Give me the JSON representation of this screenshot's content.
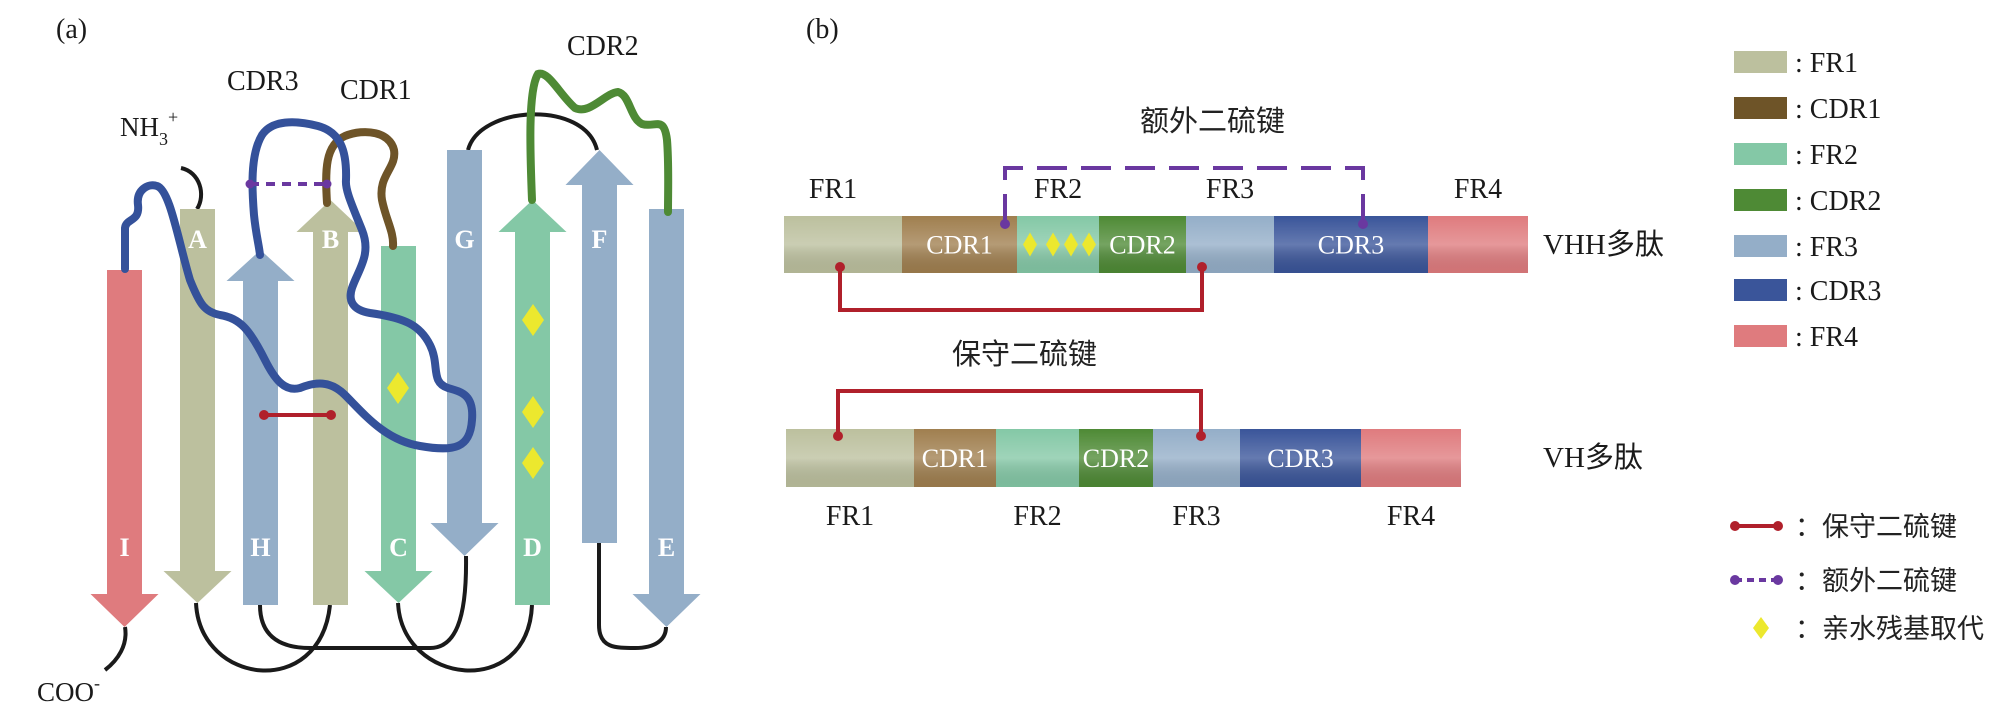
{
  "panel_a": {
    "label": "(a)",
    "n_terminus": "NH",
    "n_terminus_sub": "3",
    "n_terminus_sup": "+",
    "c_terminus": "COO",
    "c_terminus_sup": "-",
    "loop_labels": {
      "cdr1": {
        "text": "CDR1",
        "color": "#6e5428"
      },
      "cdr2": {
        "text": "CDR2",
        "color": "#4e8a35"
      },
      "cdr3": {
        "text": "CDR3",
        "color": "#34519a"
      }
    },
    "strands": [
      {
        "id": "I",
        "label": "I",
        "region": "FR4",
        "direction": "down"
      },
      {
        "id": "A",
        "label": "A",
        "region": "FR1",
        "direction": "down"
      },
      {
        "id": "H",
        "label": "H",
        "region": "FR3",
        "direction": "up"
      },
      {
        "id": "B",
        "label": "B",
        "region": "FR1",
        "direction": "up"
      },
      {
        "id": "C",
        "label": "C",
        "region": "FR2",
        "direction": "down"
      },
      {
        "id": "G",
        "label": "G",
        "region": "FR3",
        "direction": "down"
      },
      {
        "id": "D",
        "label": "D",
        "region": "FR2",
        "direction": "up"
      },
      {
        "id": "F",
        "label": "F",
        "region": "FR3",
        "direction": "up"
      },
      {
        "id": "E",
        "label": "E",
        "region": "FR3",
        "direction": "down"
      }
    ],
    "hydrophilic_substitutions": {
      "C": 1,
      "D": 3
    },
    "conserved_disulfide": [
      "H",
      "B"
    ],
    "extra_disulfide": [
      "CDR3",
      "CDR1"
    ]
  },
  "panel_b": {
    "label": "(b)",
    "extra_bond_label": "额外二硫键",
    "conserved_bond_label": "保守二硫键",
    "vhh": {
      "name": "VHH多肽",
      "segments": [
        {
          "region": "FR1",
          "inner": "",
          "outer": "FR1"
        },
        {
          "region": "CDR1",
          "inner": "CDR1",
          "outer": ""
        },
        {
          "region": "FR2",
          "inner": "",
          "outer": "FR2",
          "diamonds": 4
        },
        {
          "region": "CDR2",
          "inner": "CDR2",
          "outer": ""
        },
        {
          "region": "FR3",
          "inner": "",
          "outer": "FR3"
        },
        {
          "region": "CDR3",
          "inner": "CDR3",
          "outer": ""
        },
        {
          "region": "FR4",
          "inner": "",
          "outer": "FR4"
        }
      ]
    },
    "vh": {
      "name": "VH多肽",
      "segments": [
        {
          "region": "FR1",
          "inner": "",
          "outer": "FR1"
        },
        {
          "region": "CDR1",
          "inner": "CDR1",
          "outer": ""
        },
        {
          "region": "FR2",
          "inner": "",
          "outer": "FR2"
        },
        {
          "region": "CDR2",
          "inner": "CDR2",
          "outer": ""
        },
        {
          "region": "FR3",
          "inner": "",
          "outer": "FR3"
        },
        {
          "region": "CDR3",
          "inner": "CDR3",
          "outer": ""
        },
        {
          "region": "FR4",
          "inner": "",
          "outer": "FR4"
        }
      ]
    }
  },
  "colors": {
    "FR1": "#bcc09e",
    "CDR1": "#6e5428",
    "CDR1_bar": "#a07f4f",
    "FR2": "#84c8a6",
    "CDR2": "#4e8a35",
    "FR3": "#94aec8",
    "CDR3": "#3a559a",
    "FR4": "#df7b7e",
    "conserved_bond": "#b0202b",
    "extra_bond": "#6a38a0",
    "diamond": "#ece82e",
    "loop": "#1a1a1a"
  },
  "legend": {
    "items": [
      {
        "type": "swatch",
        "key": "FR1",
        "label": ": FR1"
      },
      {
        "type": "swatch",
        "key": "CDR1",
        "label": ": CDR1"
      },
      {
        "type": "swatch",
        "key": "FR2",
        "label": ": FR2"
      },
      {
        "type": "swatch",
        "key": "CDR2",
        "label": ": CDR2"
      },
      {
        "type": "swatch",
        "key": "FR3",
        "label": ": FR3"
      },
      {
        "type": "swatch",
        "key": "CDR3",
        "label": ": CDR3"
      },
      {
        "type": "swatch",
        "key": "FR4",
        "label": ": FR4"
      },
      {
        "type": "conserved",
        "label": "：保守二硫键"
      },
      {
        "type": "extra",
        "label": "：额外二硫键"
      },
      {
        "type": "diamond",
        "label": "：亲水残基取代"
      }
    ]
  }
}
